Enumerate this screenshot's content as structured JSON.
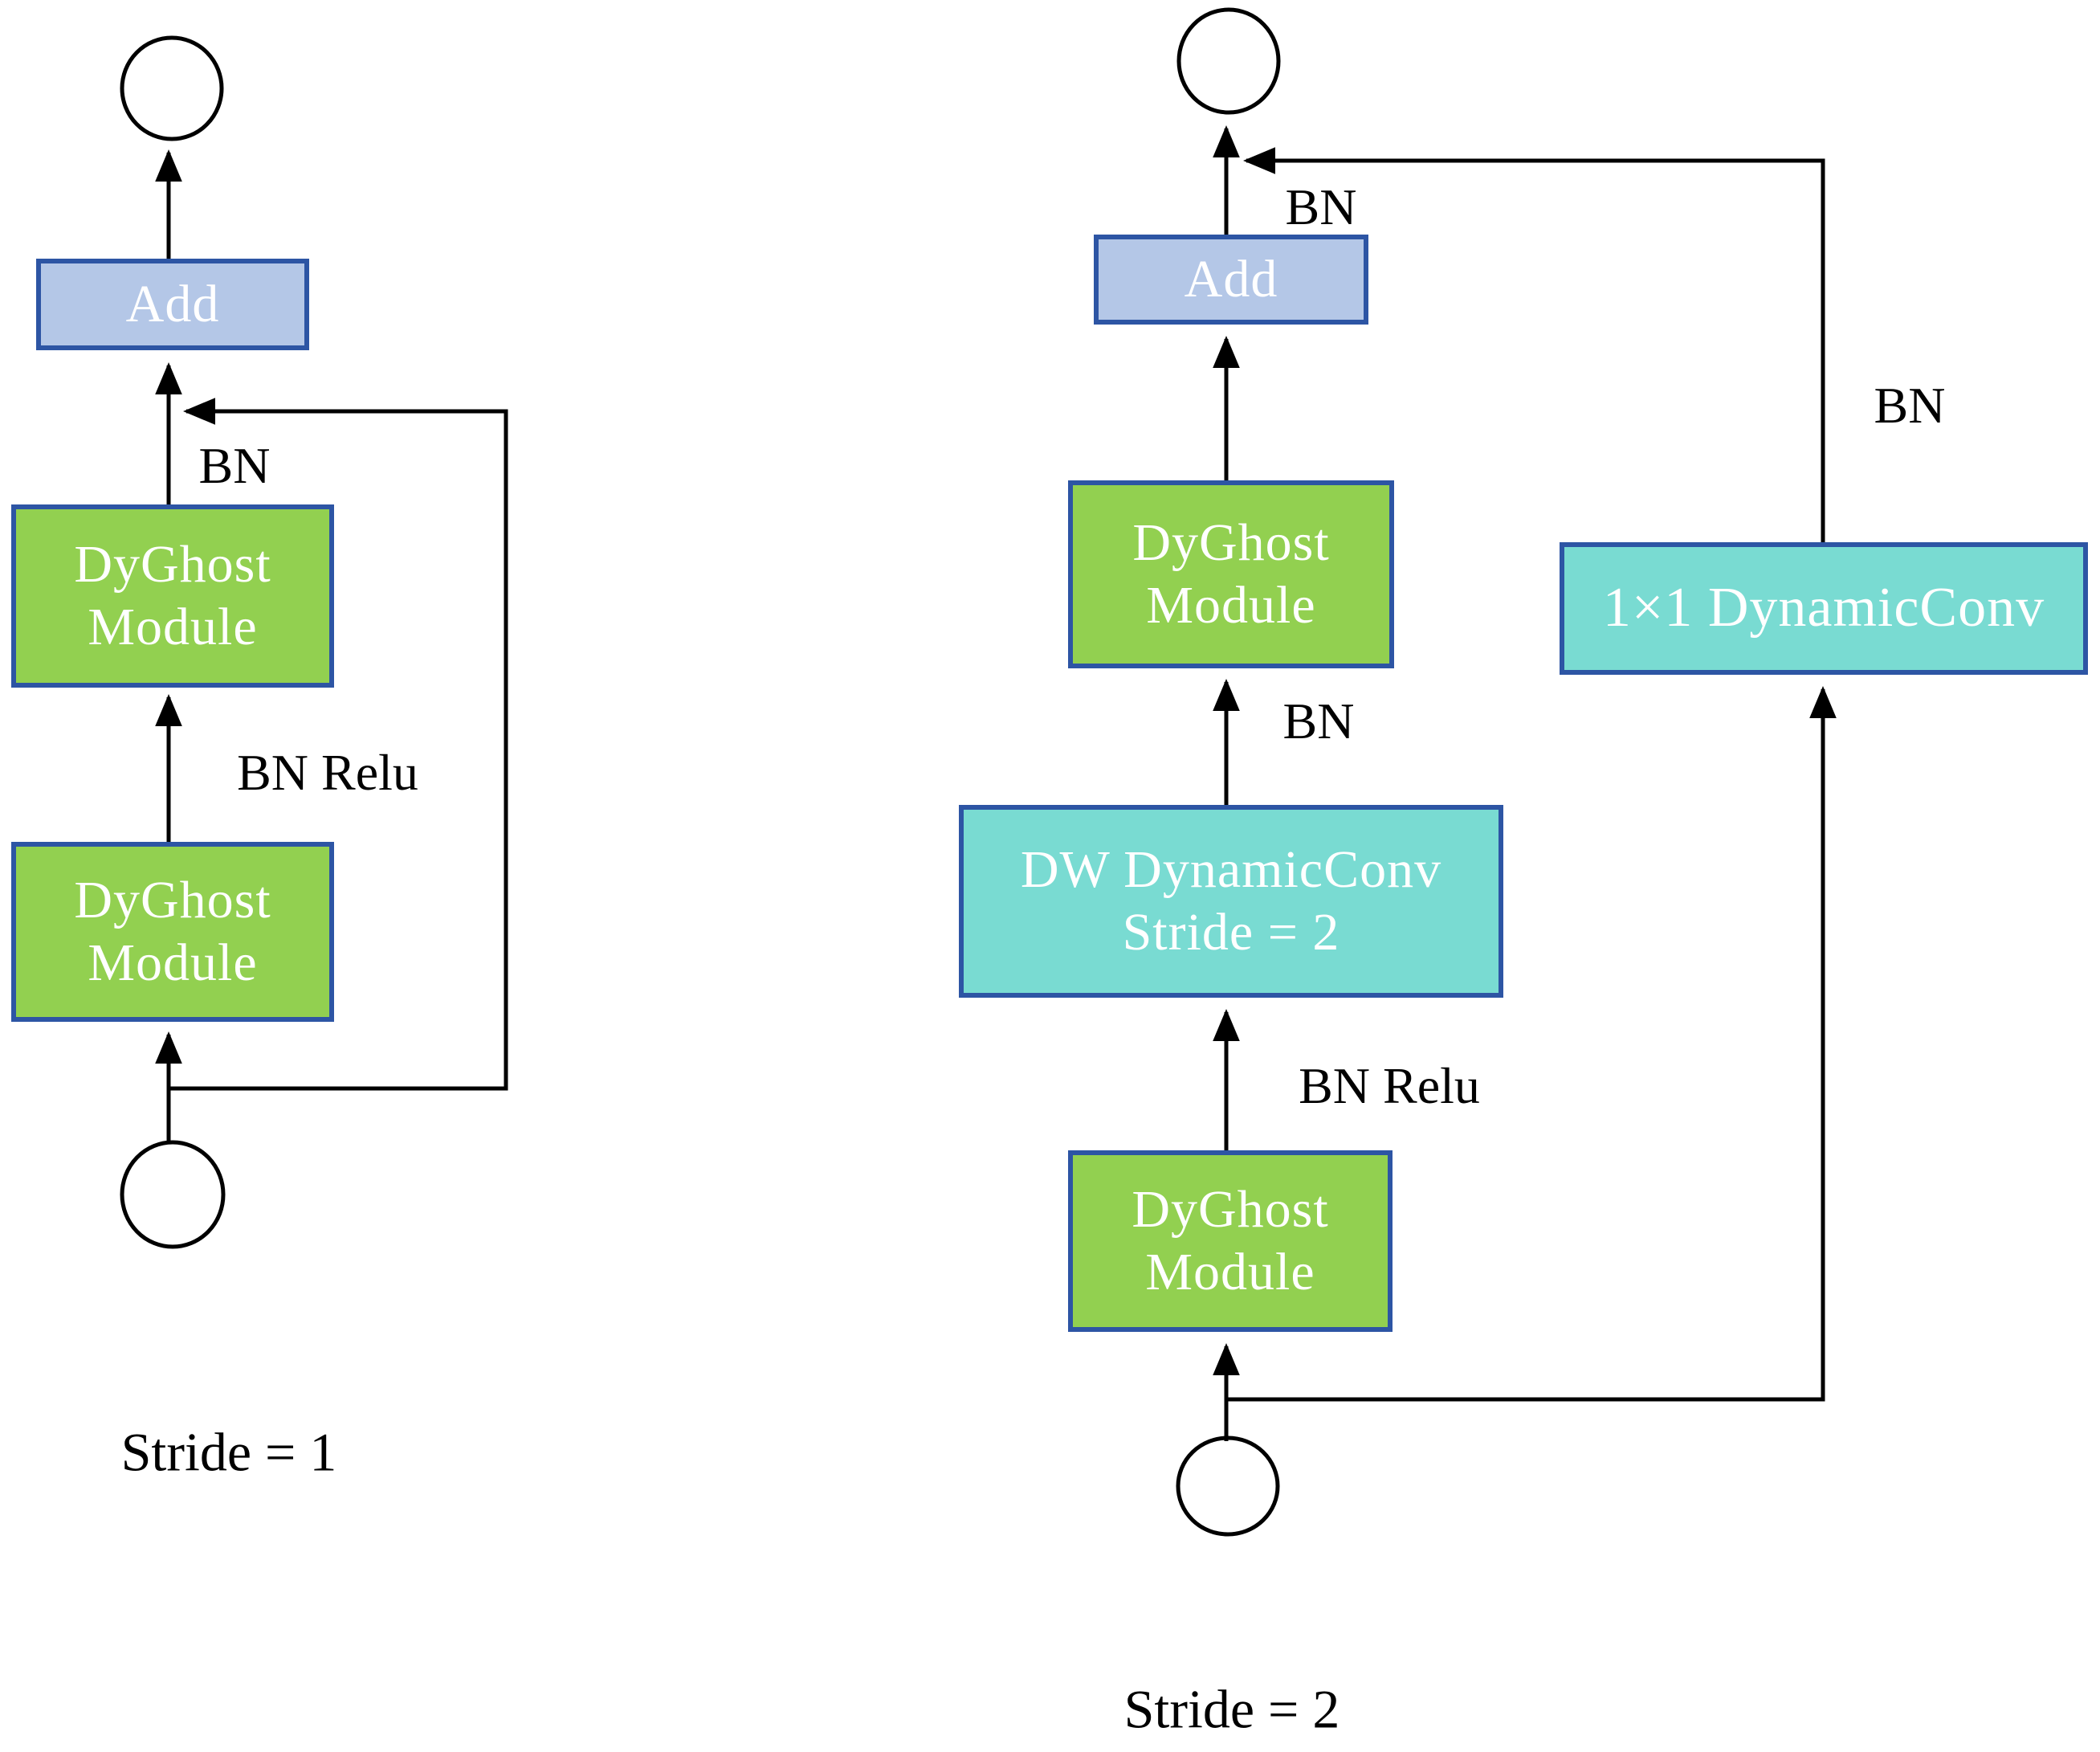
{
  "colors": {
    "background": "#ffffff",
    "line": "#000000",
    "box_border": "#2d55a4",
    "add_fill": "#b4c7e7",
    "module_fill": "#92d050",
    "conv_fill": "#79dbd2",
    "box_text": "#ffffff",
    "label_text": "#000000"
  },
  "stride1": {
    "caption": "Stride = 1",
    "add_label": "Add",
    "dyghost_top": {
      "line1": "DyGhost",
      "line2": "Module"
    },
    "dyghost_bottom": {
      "line1": "DyGhost",
      "line2": "Module"
    },
    "labels": {
      "bn": "BN",
      "bn_relu": "BN Relu"
    }
  },
  "stride2": {
    "caption": "Stride = 2",
    "add_label": "Add",
    "dyghost_top": {
      "line1": "DyGhost",
      "line2": "Module"
    },
    "dw_conv": {
      "line1": "DW DynamicConv",
      "line2": "Stride = 2"
    },
    "dyghost_bottom": {
      "line1": "DyGhost",
      "line2": "Module"
    },
    "conv_1x1_label": "1×1 DynamicConv",
    "labels": {
      "bn_output": "BN",
      "bn_mid": "BN",
      "bn_relu": "BN Relu",
      "bn_skip": "BN"
    }
  }
}
